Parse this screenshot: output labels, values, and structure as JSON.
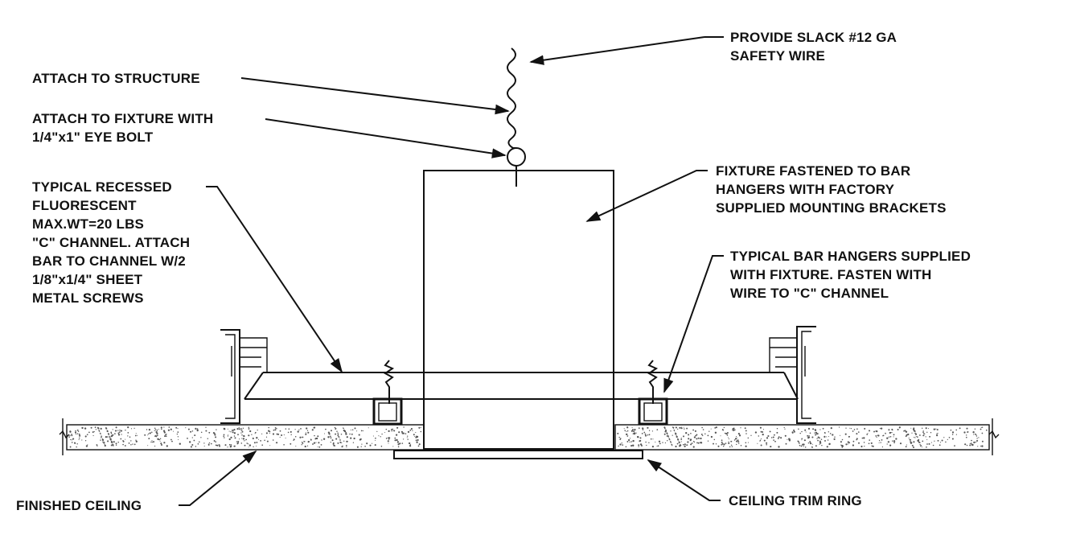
{
  "labels": {
    "safety_wire_1": "PROVIDE SLACK #12 GA",
    "safety_wire_2": "SAFETY WIRE",
    "attach_structure": "ATTACH TO STRUCTURE",
    "eye_bolt_1": "ATTACH TO FIXTURE WITH",
    "eye_bolt_2": "1/4\"x1\" EYE BOLT",
    "recessed_1": "TYPICAL RECESSED",
    "recessed_2": "FLUORESCENT",
    "recessed_3": "MAX.WT=20 LBS",
    "recessed_4": "\"C\" CHANNEL. ATTACH",
    "recessed_5": "BAR TO CHANNEL W/2",
    "recessed_6": "1/8\"x1/4\" SHEET",
    "recessed_7": "METAL SCREWS",
    "fastened_1": "FIXTURE FASTENED TO BAR",
    "fastened_2": "HANGERS WITH FACTORY",
    "fastened_3": "SUPPLIED MOUNTING BRACKETS",
    "bar_hangers_1": "TYPICAL BAR HANGERS SUPPLIED",
    "bar_hangers_2": "WITH FIXTURE. FASTEN WITH",
    "bar_hangers_3": "WIRE TO \"C\" CHANNEL",
    "finished_ceiling": "FINISHED CEILING",
    "trim_ring": "CEILING TRIM RING"
  }
}
